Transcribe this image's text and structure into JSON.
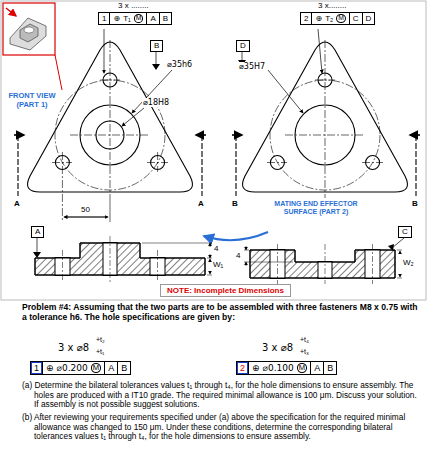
{
  "diagram": {
    "nodes": [
      {
        "text": [
          "1",
          "⊕",
          "T₁",
          "M",
          "A",
          "B"
        ]
      },
      {
        "text": [
          "2",
          "⊕",
          "T₂",
          "M",
          "C",
          "D"
        ]
      },
      {
        "text": [
          "B"
        ]
      },
      {
        "text": [
          "D"
        ]
      },
      {
        "text": [
          "A"
        ]
      },
      {
        "text": [
          "C"
        ]
      },
      {
        "text": [
          "NOTE: Incomplete Dimensions"
        ]
      },
      {
        "text": [
          "1",
          "⊕",
          "⌀0.200",
          "M",
          "A",
          "B"
        ]
      },
      {
        "text": [
          "2",
          "⊕",
          "⌀0.100",
          "M",
          "A",
          "B"
        ]
      }
    ],
    "labels": [
      "3 x ........",
      "3 x........",
      "⌀35h6",
      "⌀35H7",
      "⌀18H8",
      "FRONT VIEW (PART 1)",
      "A",
      "A",
      "B",
      "B",
      "50",
      "MATING END EFFECTOR SURFACE (PART 2)",
      "4",
      "W₁",
      "4",
      "W₂",
      "Problem #4: Assuming that the two parts are to be assembled with three fasteners M8 x 0.75 with a tolerance h6. The hole specifications are given by:",
      "3 x ⌀8",
      "+t₂",
      "+t₁",
      "3 x ⌀8",
      "+t₄",
      "+t₃",
      "(a) Determine the bilateral tolerances values t₁ through t₄, for the hole dimensions to ensure assembly. The holes are produced with a IT10 grade. The required minimal allowance is 100 μm. Discuss your solution. If assembly is not possible suggest solutions.",
      "(b) After reviewing your requirements specified under (a) above the specification for the required minimal allowance was changed to 150 μm. Under these conditions, determine the corresponding bilateral tolerances values t₁ through t₄, for the hole dimensions to ensure assembly."
    ]
  }
}
